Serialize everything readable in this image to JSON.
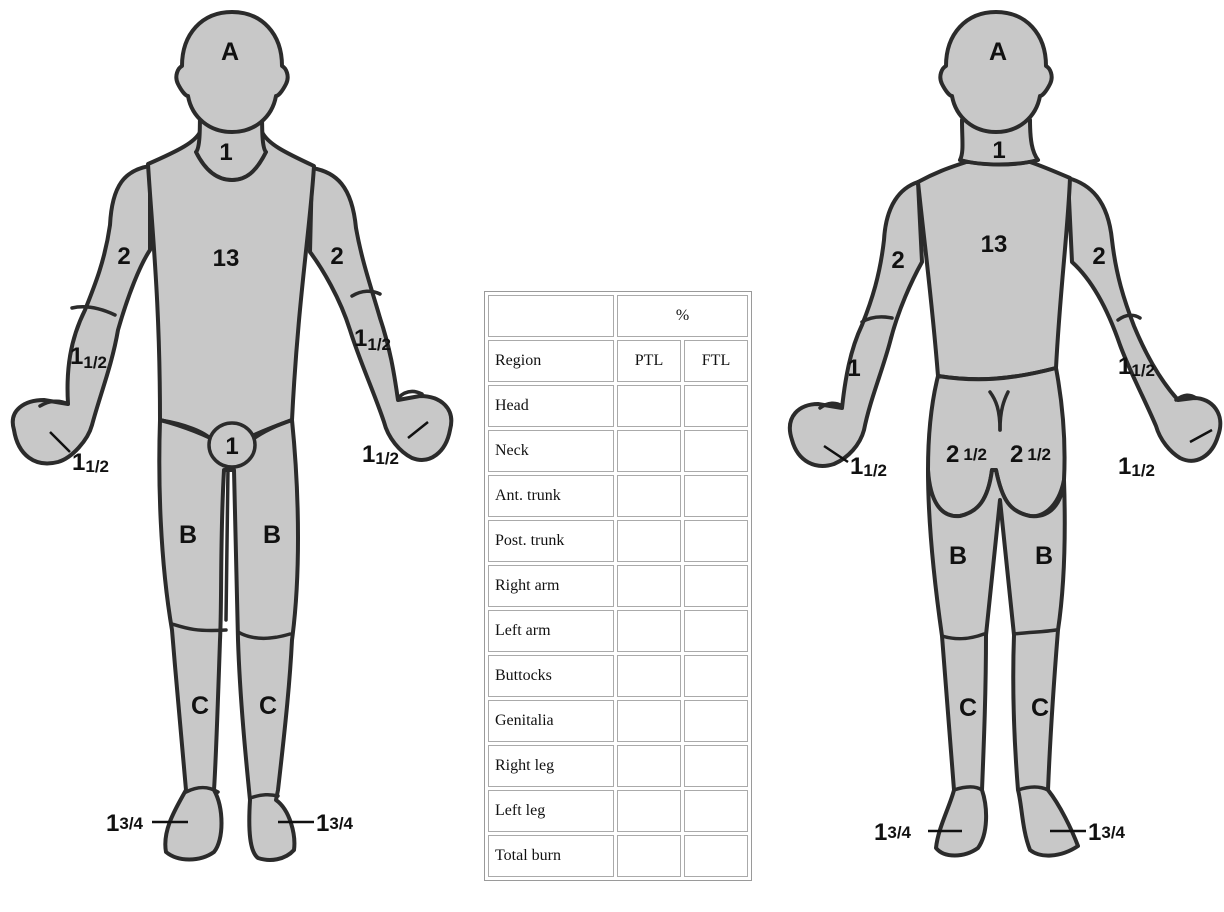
{
  "front_figure": {
    "head": "A",
    "neck": "1",
    "trunk": "13",
    "upper_arm_right": "2",
    "upper_arm_left": "2",
    "forearm_right": "1",
    "forearm_right_frac": "1/2",
    "forearm_left": "1",
    "forearm_left_frac": "1/2",
    "hand_right": "1",
    "hand_right_frac": "1/2",
    "hand_left": "1",
    "hand_left_frac": "1/2",
    "genitalia": "1",
    "thigh_right": "B",
    "thigh_left": "B",
    "leg_right": "C",
    "leg_left": "C",
    "foot_right": "1",
    "foot_right_frac": "3/4",
    "foot_left": "1",
    "foot_left_frac": "3/4"
  },
  "back_figure": {
    "head": "A",
    "neck": "1",
    "trunk": "13",
    "upper_arm_right": "2",
    "upper_arm_left": "2",
    "forearm_right": "1",
    "forearm_left": "1",
    "forearm_left_frac": "1/2",
    "hand_right": "1",
    "hand_right_frac": "1/2",
    "hand_left": "1",
    "hand_left_frac": "1/2",
    "buttock_right": "2",
    "buttock_right_frac": "1/2",
    "buttock_left": "2",
    "buttock_left_frac": "1/2",
    "thigh_right": "B",
    "thigh_left": "B",
    "leg_right": "C",
    "leg_left": "C",
    "foot_right": "1",
    "foot_right_frac": "3/4",
    "foot_left": "1",
    "foot_left_frac": "3/4"
  },
  "table": {
    "percent_header": "%",
    "col_region": "Region",
    "col_ptl": "PTL",
    "col_ftl": "FTL",
    "rows": [
      "Head",
      "Neck",
      "Ant. trunk",
      "Post. trunk",
      "Right arm",
      "Left arm",
      "Buttocks",
      "Genitalia",
      "Right leg",
      "Left leg",
      "Total burn"
    ]
  }
}
